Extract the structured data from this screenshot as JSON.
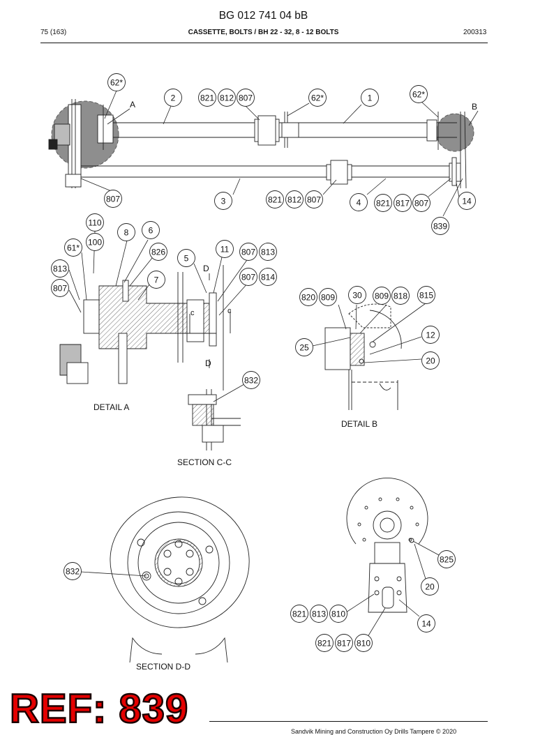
{
  "header": {
    "doc_title": "BG 012 741 04 bB",
    "page": "75 (163)",
    "subtitle": "CASSETTE, BOLTS / BH 22 - 32, 8 - 12 BOLTS",
    "date": "200313"
  },
  "footer": {
    "copyright": "Sandvik Mining and Construction Oy Drills Tampere © 2020",
    "ref_stamp": "REF: 839"
  },
  "captions": {
    "detail_a": "DETAIL A",
    "detail_b": "DETAIL B",
    "section_cc": "SECTION C-C",
    "section_dd": "SECTION D-D"
  },
  "section_markers": {
    "a": "A",
    "b": "B",
    "c_left": "c",
    "c_right": "c",
    "d_top": "D",
    "d_bottom": "D"
  },
  "callouts": {
    "top": [
      "62*",
      "2",
      "821",
      "812",
      "807",
      "62*",
      "1",
      "62*",
      "807",
      "3",
      "821",
      "812",
      "807",
      "4",
      "821",
      "817",
      "807",
      "14",
      "839"
    ],
    "detail_a": [
      "110",
      "8",
      "6",
      "100",
      "61*",
      "826",
      "813",
      "807",
      "7",
      "5",
      "11",
      "807",
      "813",
      "807",
      "814"
    ],
    "section_cc": [
      "832"
    ],
    "detail_b": [
      "820",
      "809",
      "30",
      "809",
      "818",
      "815",
      "25",
      "12",
      "20"
    ],
    "section_dd": [
      "832"
    ],
    "bottom_right": [
      "825",
      "20",
      "821",
      "813",
      "810",
      "14",
      "821",
      "817",
      "810"
    ]
  },
  "colors": {
    "line": "#222222",
    "detail_highlight": "#8e8e8e",
    "ref_red": "#e40000"
  }
}
